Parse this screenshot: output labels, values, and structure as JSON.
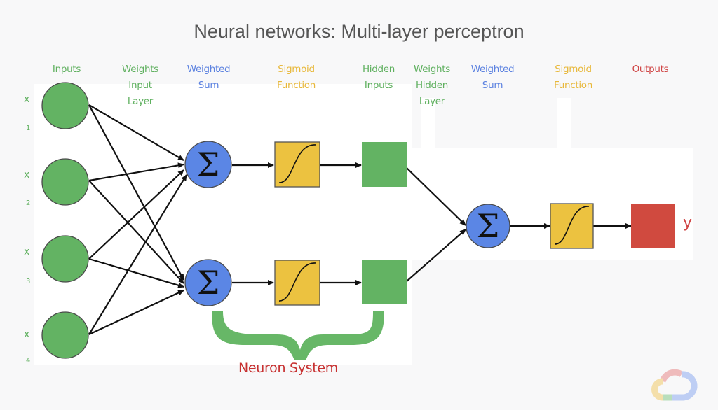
{
  "title": "Neural networks: Multi-layer perceptron",
  "column_labels": [
    {
      "id": "inputs",
      "text": "Inputs",
      "color": "#5fb05f"
    },
    {
      "id": "weights-input-layer",
      "text": "Weights\nInput\nLayer",
      "color": "#5fb05f"
    },
    {
      "id": "weighted-sum-1",
      "text": "Weighted\nSum",
      "color": "#5c82e0"
    },
    {
      "id": "sigmoid-function-1",
      "text": "Sigmoid\nFunction",
      "color": "#e8b83a"
    },
    {
      "id": "hidden-inputs",
      "text": "Hidden\nInputs",
      "color": "#5fb05f"
    },
    {
      "id": "weights-hidden-layer",
      "text": "Weights\nHidden\nLayer",
      "color": "#5fb05f"
    },
    {
      "id": "weighted-sum-2",
      "text": "Weighted\nSum",
      "color": "#5c82e0"
    },
    {
      "id": "sigmoid-function-2",
      "text": "Sigmoid\nFunction",
      "color": "#e8b83a"
    },
    {
      "id": "outputs",
      "text": "Outputs",
      "color": "#d04545"
    }
  ],
  "inputs": [
    {
      "var": "x",
      "sub": "1"
    },
    {
      "var": "x",
      "sub": "2"
    },
    {
      "var": "x",
      "sub": "3"
    },
    {
      "var": "x",
      "sub": "4"
    }
  ],
  "output_label": "y",
  "bracket_label": "Neuron System",
  "symbols": {
    "sum": "Σ"
  },
  "colors": {
    "input_node": "#63b363",
    "sum_node": "#5b86e5",
    "sigmoid_box": "#ecc240",
    "hidden_node": "#63b363",
    "output_node": "#d04a3f",
    "bracket": "#67b767",
    "arrow": "#111111"
  }
}
